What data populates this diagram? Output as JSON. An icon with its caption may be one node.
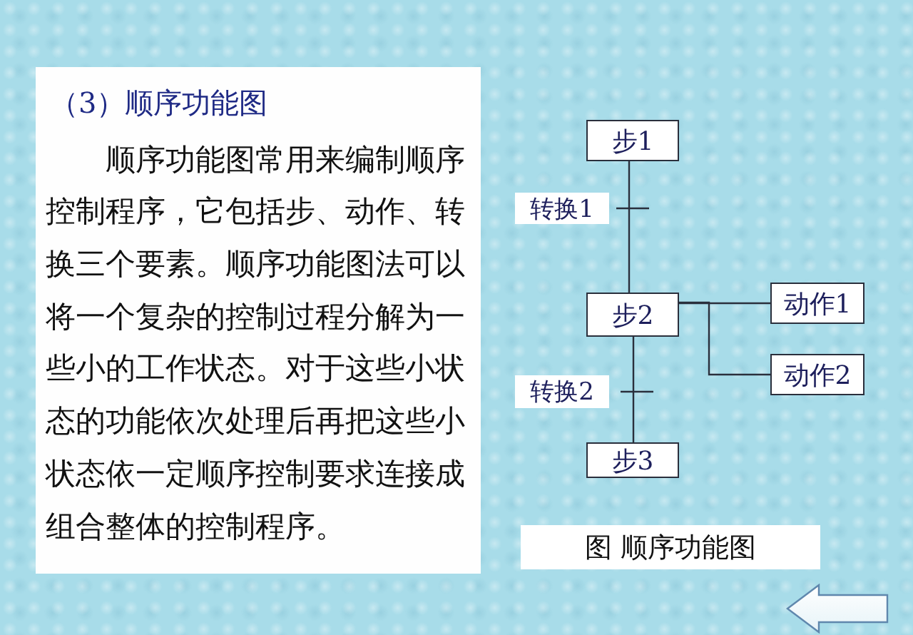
{
  "diagram": {
    "nodes": [
      {
        "text": [
          "（3）顺序功能图",
          "顺序功能图常用来编制顺序控制程序，它包括步、动作、转换三个要素。顺序功能图法可以将一个复杂的控制过程分解为一些小的工作状态。对于这些小状态的功能依次处理后再把这些小状态依一定顺序控制要求连接成组合整体的控制程序。"
        ]
      },
      {
        "text": [
          "步1"
        ]
      },
      {
        "text": [
          "步2"
        ]
      },
      {
        "text": [
          "动作1"
        ]
      },
      {
        "text": [
          "动作2"
        ]
      },
      {
        "text": [
          "步3"
        ]
      }
    ],
    "edges": [
      {
        "from": 1,
        "to": 2,
        "arrow": "none",
        "label": "转换1"
      },
      {
        "from": 2,
        "to": 5,
        "arrow": "none",
        "label": "转换2"
      },
      {
        "from": 2,
        "to": 3,
        "arrow": "none"
      },
      {
        "from": 2,
        "to": 4,
        "arrow": "none"
      }
    ],
    "caption": "图 顺序功能图"
  }
}
